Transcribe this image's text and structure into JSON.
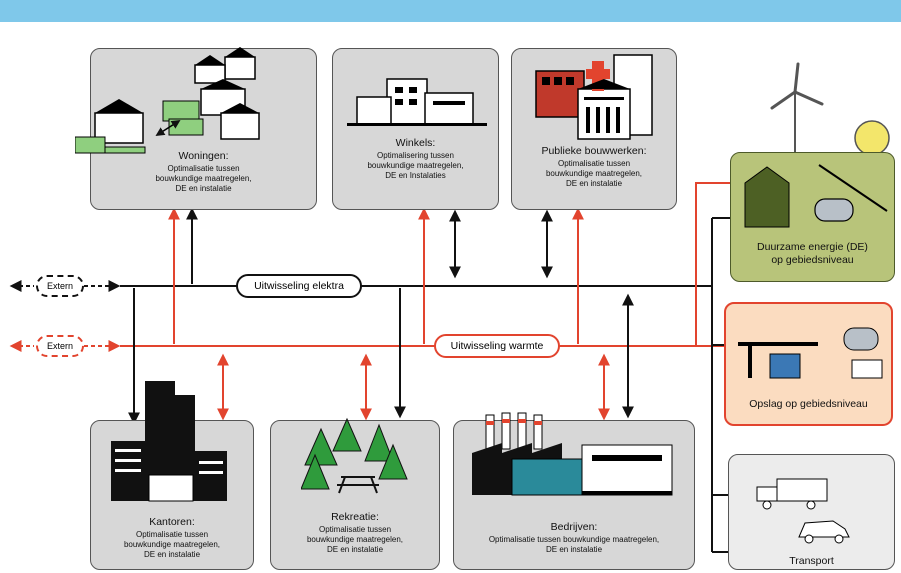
{
  "nodes": {
    "woningen": {
      "title": "Woningen:",
      "lines": [
        "Optimalisatie tussen",
        "bouwkundige maatregelen,",
        "DE en instalatie"
      ]
    },
    "winkels": {
      "title": "Winkels:",
      "lines": [
        "Optimalisering tussen",
        "bouwkundige maatregelen,",
        "DE en Instalaties"
      ]
    },
    "publieke": {
      "title": "Publieke bouwwerken:",
      "lines": [
        "Optimalisatie tussen",
        "bouwkundige maatregelen,",
        "DE en instalatie"
      ]
    },
    "kantoren": {
      "title": "Kantoren:",
      "lines": [
        "Optimalisatie tussen",
        "bouwkundige maatregelen,",
        "DE en instalatie"
      ]
    },
    "rekreatie": {
      "title": "Rekreatie:",
      "lines": [
        "Optimalisatie tussen",
        "bouwkundige maatregelen,",
        "DE en instalatie"
      ]
    },
    "bedrijven": {
      "title": "Bedrijven:",
      "lines": [
        "Optimalisatie tussen bouwkundige maatregelen,",
        "DE en instalatie"
      ]
    },
    "duurzame": {
      "title_line1": "Duurzame energie (DE)",
      "title_line2": "op gebiedsniveau"
    },
    "opslag": {
      "title": "Opslag op gebiedsniveau"
    },
    "transport": {
      "title": "Transport"
    }
  },
  "buses": {
    "elektra": "Uitwisseling elektra",
    "warmte": "Uitwisseling warmte"
  },
  "extern": {
    "black": "Extern",
    "red": "Extern"
  },
  "colors": {
    "electric": "#111111",
    "heat": "#e2442e",
    "header": "#7fc8ea",
    "box": "#d7d7d7",
    "green": "#b8c47a",
    "orange": "#fbdcc0"
  }
}
